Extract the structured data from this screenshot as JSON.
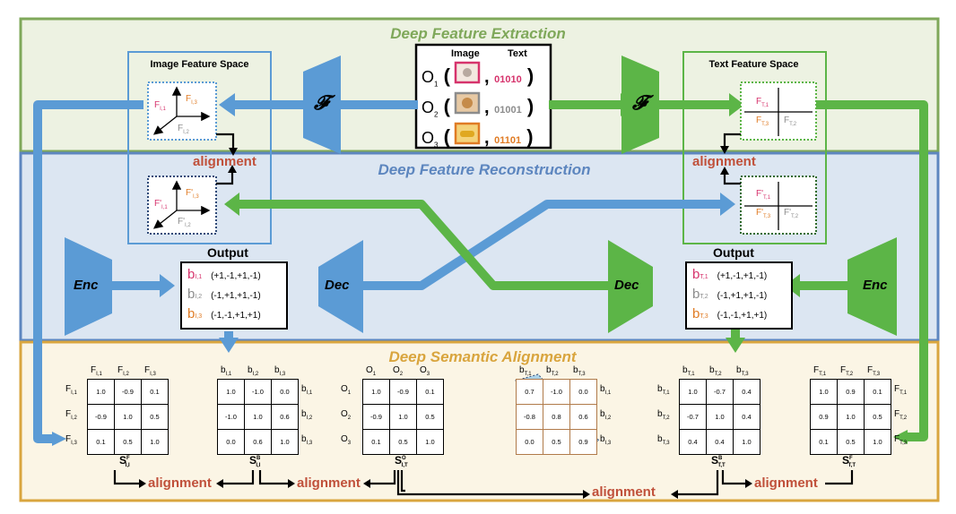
{
  "sections": {
    "extraction": "Deep Feature Extraction",
    "reconstruction": "Deep Feature Reconstruction",
    "alignment": "Deep Semantic Alignment"
  },
  "colors": {
    "extraction_bg": "#edf2e2",
    "extraction_border": "#7fa85a",
    "reconstruction_bg": "#dce6f2",
    "reconstruction_border": "#5d86bf",
    "alignment_bg": "#fbf5e5",
    "alignment_border": "#d9a53e",
    "image_blue": "#5b9bd5",
    "text_green": "#5cb547",
    "alignment_red": "#c0503a",
    "pink": "#d6336c",
    "orange": "#e07b24",
    "gray": "#8c8c8c"
  },
  "image_space": {
    "title": "Image Feature Space",
    "f1": "F",
    "f1_sub": "I,1",
    "f2": "F",
    "f2_sub": "I,2",
    "f3": "F",
    "f3_sub": "I,3",
    "r1": "F'",
    "r1_sub": "I,1",
    "r2": "F'",
    "r2_sub": "I,2",
    "r3": "F'",
    "r3_sub": "I,3"
  },
  "text_space": {
    "title": "Text Feature Space",
    "f1": "F",
    "f1_sub": "T,1",
    "f2": "F",
    "f2_sub": "T,2",
    "f3": "F",
    "f3_sub": "T,3",
    "r1": "F'",
    "r1_sub": "T,1",
    "r2": "F'",
    "r2_sub": "T,2",
    "r3": "F'",
    "r3_sub": "T,3"
  },
  "objects": {
    "image_header": "Image",
    "text_header": "Text",
    "rows": [
      {
        "label": "O",
        "sub": "1",
        "code": "01010",
        "icon": "cat-photo-icon"
      },
      {
        "label": "O",
        "sub": "2",
        "code": "01001",
        "icon": "dog-photo-icon"
      },
      {
        "label": "O",
        "sub": "3",
        "code": "01101",
        "icon": "car-photo-icon"
      }
    ]
  },
  "extractor_symbol": "𝓕",
  "encoder_label": "Enc",
  "decoder_label": "Dec",
  "alignment_label": "alignment",
  "image_output": {
    "title": "Output",
    "rows": [
      {
        "b": "b",
        "sub": "I,1",
        "code": "(+1,-1,+1,-1)"
      },
      {
        "b": "b",
        "sub": "I,2",
        "code": "(-1,+1,+1,-1)"
      },
      {
        "b": "b",
        "sub": "I,3",
        "code": "(-1,-1,+1,+1)"
      }
    ]
  },
  "text_output": {
    "title": "Output",
    "rows": [
      {
        "b": "b",
        "sub": "T,1",
        "code": "(+1,-1,+1,-1)"
      },
      {
        "b": "b",
        "sub": "T,2",
        "code": "(-1,+1,+1,-1)"
      },
      {
        "b": "b",
        "sub": "T,3",
        "code": "(-1,-1,+1,+1)"
      }
    ]
  },
  "matrices": [
    {
      "id": "SF_II",
      "cols": [
        "F_{I,1}",
        "F_{I,2}",
        "F_{I,3}"
      ],
      "rows": [
        "F_{I,1}",
        "F_{I,2}",
        "F_{I,3}"
      ],
      "values": [
        [
          "1.0",
          "-0.9",
          "0.1"
        ],
        [
          "-0.9",
          "1.0",
          "0.5"
        ],
        [
          "0.1",
          "0.5",
          "1.0"
        ]
      ],
      "symbol": "S",
      "sup": "F",
      "sub": "I,I"
    },
    {
      "id": "SB_II",
      "cols": [
        "b_{I,1}",
        "b_{I,2}",
        "b_{I,3}"
      ],
      "rows": [
        "b_{I,1}",
        "b_{I,2}",
        "b_{I,3}"
      ],
      "values": [
        [
          "1.0",
          "-1.0",
          "0.0"
        ],
        [
          "-1.0",
          "1.0",
          "0.6"
        ],
        [
          "0.0",
          "0.6",
          "1.0"
        ]
      ],
      "symbol": "S",
      "sup": "B",
      "sub": "I,I"
    },
    {
      "id": "SO_IT",
      "cols": [
        "O_1",
        "O_2",
        "O_3"
      ],
      "rows": [
        "O_1",
        "O_2",
        "O_3"
      ],
      "values": [
        [
          "1.0",
          "-0.9",
          "0.1"
        ],
        [
          "-0.9",
          "1.0",
          "0.5"
        ],
        [
          "0.1",
          "0.5",
          "1.0"
        ]
      ],
      "symbol": "S",
      "sup": "O",
      "sub": "I,T"
    },
    {
      "id": "SB_IT",
      "cols": [
        "b_{T,1}",
        "b_{T,2}",
        "b_{T,3}"
      ],
      "rows": [
        "b_{I,1}",
        "b_{I,2}",
        "b_{I,3}"
      ],
      "values": [
        [
          "0.7",
          "-1.0",
          "0.0"
        ],
        [
          "-0.8",
          "0.8",
          "0.6"
        ],
        [
          "0.0",
          "0.5",
          "0.9"
        ]
      ],
      "symbol": "",
      "sup": "",
      "sub": ""
    },
    {
      "id": "SB_TT",
      "cols": [
        "b_{T,1}",
        "b_{T,2}",
        "b_{T,3}"
      ],
      "rows": [
        "b_{T,1}",
        "b_{T,2}",
        "b_{T,3}"
      ],
      "values": [
        [
          "1.0",
          "-0.7",
          "0.4"
        ],
        [
          "-0.7",
          "1.0",
          "0.4"
        ],
        [
          "0.4",
          "0.4",
          "1.0"
        ]
      ],
      "symbol": "S",
      "sup": "B",
      "sub": "T,T"
    },
    {
      "id": "SF_TT",
      "cols": [
        "F_{T,1}",
        "F_{T,2}",
        "F_{T,3}"
      ],
      "rows": [
        "F_{T,1}",
        "F_{T,2}",
        "F_{T,3}"
      ],
      "values": [
        [
          "1.0",
          "0.9",
          "0.1"
        ],
        [
          "0.9",
          "1.0",
          "0.5"
        ],
        [
          "0.1",
          "0.5",
          "1.0"
        ]
      ],
      "symbol": "S",
      "sup": "F",
      "sub": "T,T"
    }
  ]
}
